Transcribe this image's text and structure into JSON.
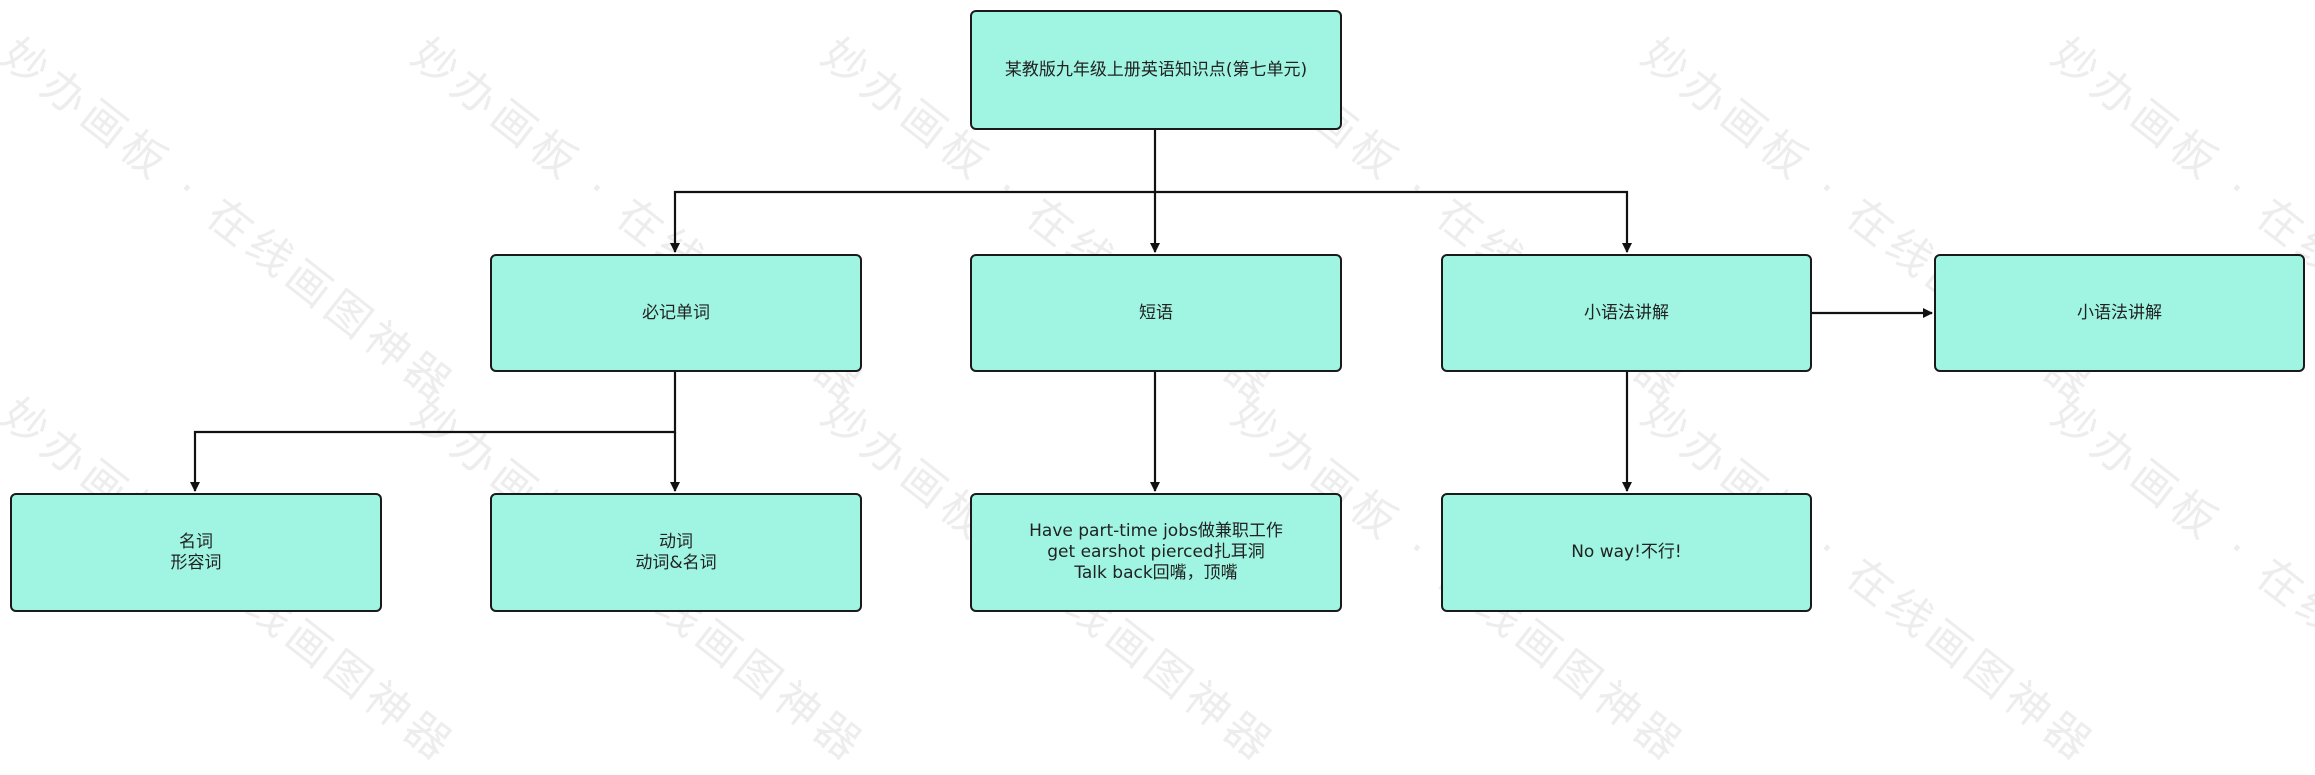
{
  "watermark": "妙办画板 · 在线画图神器",
  "colors": {
    "node_fill": "#9ff5e2",
    "border": "#1a1a1a"
  },
  "nodes": {
    "root": "某教版九年级上册英语知识点(第七单元)",
    "vocab": "必记单词",
    "phrases": "短语",
    "grammar": "小语法讲解",
    "grammar2": "小语法讲解",
    "nouns": "名词\n形容词",
    "verbs": "动词\n动词&名词",
    "phrase_list": "Have part-time jobs做兼职工作\nget earshot pierced扎耳洞\nTalk back回嘴，顶嘴",
    "no_way": "No way!不行!"
  }
}
